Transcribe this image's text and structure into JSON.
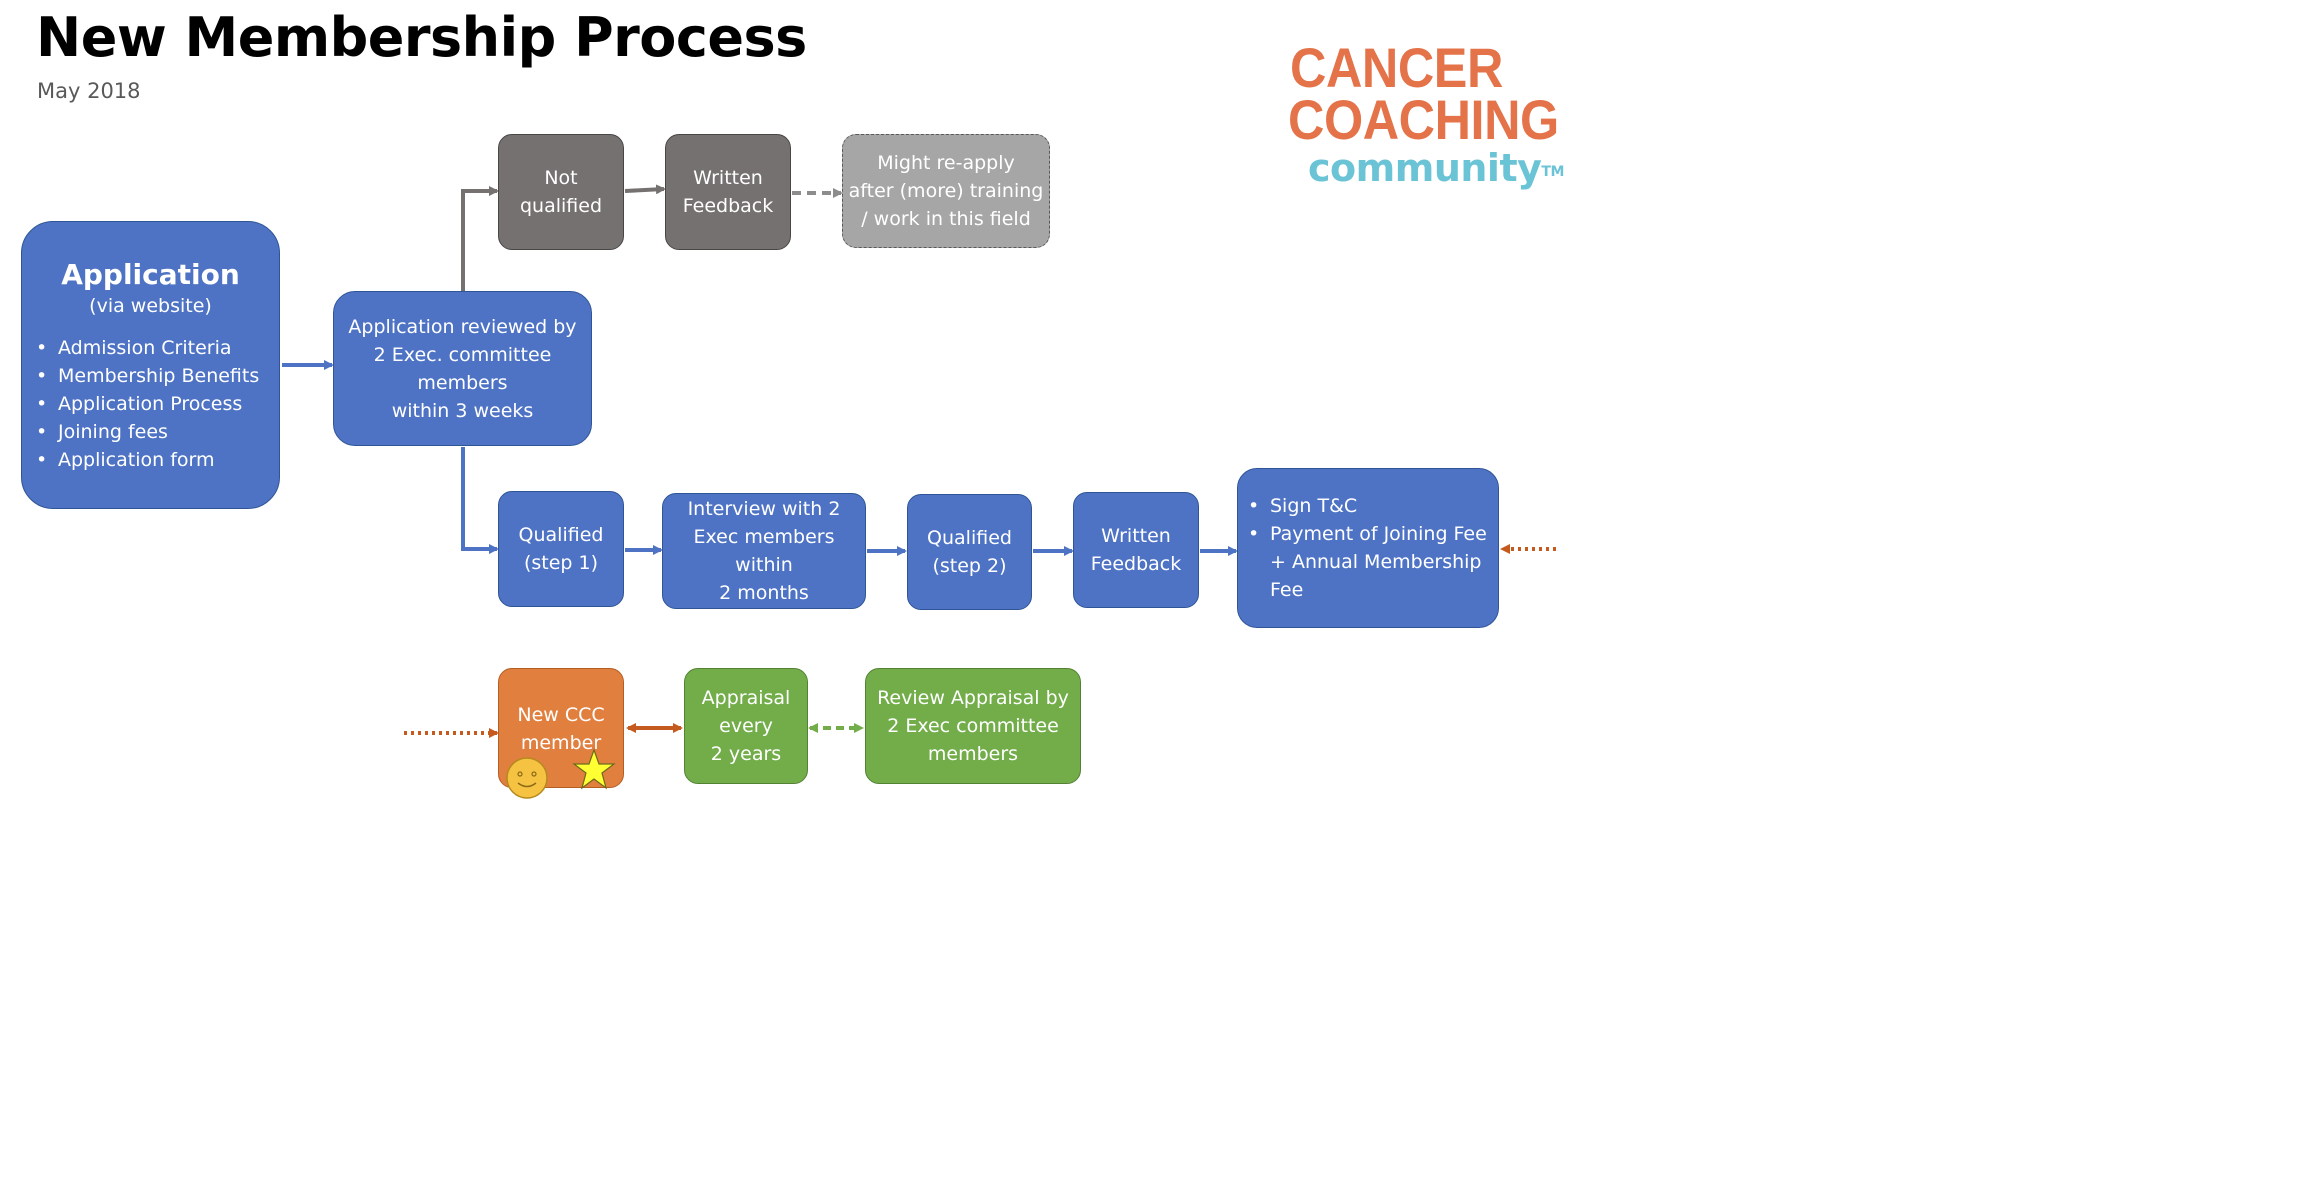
{
  "header": {
    "title": "New Membership Process",
    "date": "May 2018"
  },
  "logo": {
    "line1": "CANCER",
    "line2": "COACHING",
    "line3": "community",
    "trademark": "TM"
  },
  "nodes": {
    "application": {
      "title": "Application",
      "subtitle": "(via website)",
      "items": [
        "Admission Criteria",
        "Membership Benefits",
        "Application Process",
        "Joining fees",
        "Application form"
      ]
    },
    "review": {
      "lines": [
        "Application reviewed by",
        "2  Exec. committee",
        "members",
        "within 3 weeks"
      ]
    },
    "not_qualified": {
      "lines": [
        "Not",
        "qualified"
      ]
    },
    "written_feedback_negative": {
      "lines": [
        "Written",
        "Feedback"
      ]
    },
    "might_reapply": {
      "lines": [
        "Might re-apply",
        "after (more) training",
        "/ work in this field"
      ]
    },
    "qualified_step1": {
      "lines": [
        "Qualified",
        "(step 1)"
      ]
    },
    "interview": {
      "lines": [
        "Interview with 2",
        "Exec members",
        "within",
        "2 months"
      ]
    },
    "qualified_step2": {
      "lines": [
        "Qualified",
        "(step 2)"
      ]
    },
    "written_feedback_positive": {
      "lines": [
        "Written",
        "Feedback"
      ]
    },
    "sign_tc": {
      "items": [
        "Sign T&C",
        "Payment of Joining Fee + Annual Membership Fee"
      ]
    },
    "new_member": {
      "lines": [
        "New CCC",
        "member"
      ]
    },
    "appraisal": {
      "lines": [
        "Appraisal",
        "every",
        "2 years"
      ]
    },
    "review_appraisal": {
      "lines": [
        "Review Appraisal by",
        "2 Exec committee",
        "members"
      ]
    }
  },
  "icons": [
    "smiley-icon",
    "star-icon"
  ],
  "colors": {
    "blue": "#4e73c4",
    "gray": "#767171",
    "light_gray": "#a6a6a6",
    "orange": "#e17f3f",
    "green": "#72ad4a",
    "logo_orange": "#e4734a",
    "logo_teal": "#6bc3d6"
  }
}
